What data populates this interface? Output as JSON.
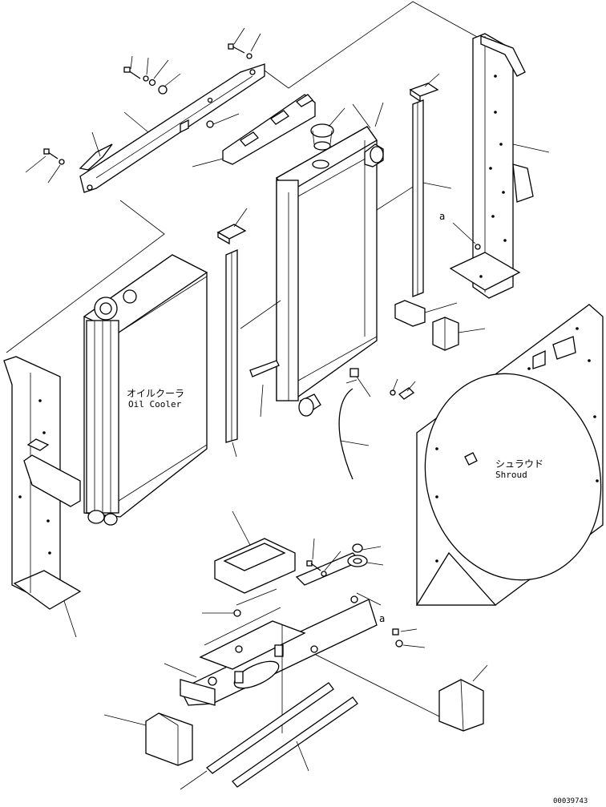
{
  "labels": {
    "oil_cooler_jp": "オイルクーラ",
    "oil_cooler_en": "Oil Cooler",
    "shroud_jp": "シュラウド",
    "shroud_en": "Shroud",
    "ref_a_top": "a",
    "ref_a_bottom": "a",
    "drawing_number": "00039743"
  }
}
